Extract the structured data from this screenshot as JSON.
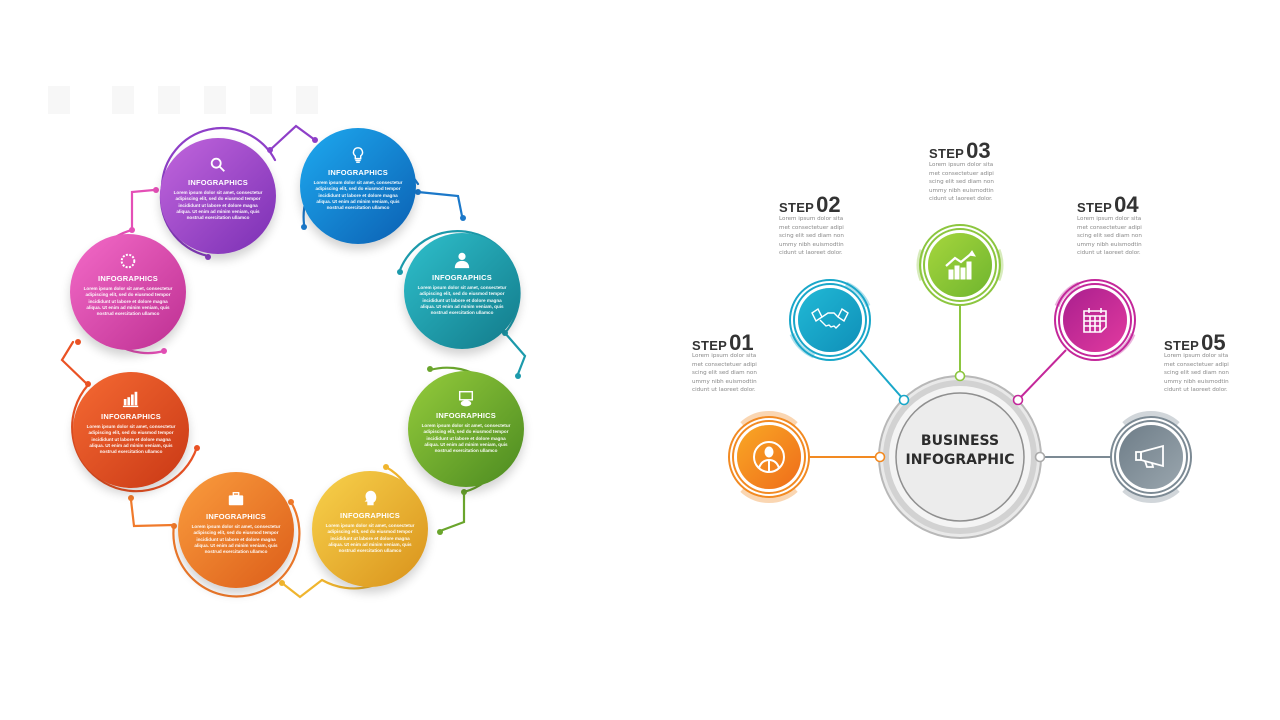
{
  "left_infographic": {
    "nodes": [
      {
        "id": "purple",
        "title": "INFOGRAPHICS",
        "icon": "search-icon",
        "color_from": "#b85ad6",
        "color_to": "#7b2fb5",
        "line": "#8e3fc8",
        "body": "Lorem ipsum dolor sit amet, consectetur adipiscing elit, sed do eiusmod tempor incididunt ut labore et dolore magna aliqua. Ut enim ad minim veniam, quis nostrud exercitation ullamco"
      },
      {
        "id": "blue",
        "title": "INFOGRAPHICS",
        "icon": "lightbulb-icon",
        "color_from": "#1aa3e8",
        "color_to": "#0a64b8",
        "line": "#1b78c9",
        "body": "Lorem ipsum dolor sit amet, consectetur adipiscing elit, sed do eiusmod tempor incididunt ut labore et dolore magna aliqua. Ut enim ad minim veniam, quis nostrud exercitation ullamco"
      },
      {
        "id": "teal",
        "title": "INFOGRAPHICS",
        "icon": "user-icon",
        "color_from": "#2bb7c4",
        "color_to": "#137e8e",
        "line": "#1c9aab",
        "body": "Lorem ipsum dolor sit amet, consectetur adipiscing elit, sed do eiusmod tempor incididunt ut labore et dolore magna aliqua. Ut enim ad minim veniam, quis nostrud exercitation ullamco"
      },
      {
        "id": "green",
        "title": "INFOGRAPHICS",
        "icon": "computer-icon",
        "color_from": "#8cc43a",
        "color_to": "#4f8f22",
        "line": "#6aa52c",
        "body": "Lorem ipsum dolor sit amet, consectetur adipiscing elit, sed do eiusmod tempor incididunt ut labore et dolore magna aliqua. Ut enim ad minim veniam, quis nostrud exercitation ullamco"
      },
      {
        "id": "yellow",
        "title": "INFOGRAPHICS",
        "icon": "head-icon",
        "color_from": "#f6cb45",
        "color_to": "#dd9a1d",
        "line": "#f0b52e",
        "body": "Lorem ipsum dolor sit amet, consectetur adipiscing elit, sed do eiusmod tempor incididunt ut labore et dolore magna aliqua. Ut enim ad minim veniam, quis nostrud exercitation ullamco"
      },
      {
        "id": "orange",
        "title": "INFOGRAPHICS",
        "icon": "briefcase-icon",
        "color_from": "#f8953a",
        "color_to": "#e0621c",
        "line": "#f07a2b",
        "body": "Lorem ipsum dolor sit amet, consectetur adipiscing elit, sed do eiusmod tempor incididunt ut labore et dolore magna aliqua. Ut enim ad minim veniam, quis nostrud exercitation ullamco"
      },
      {
        "id": "red",
        "title": "INFOGRAPHICS",
        "icon": "bar-chart-icon",
        "color_from": "#f2622f",
        "color_to": "#cf3b16",
        "line": "#ea5224",
        "body": "Lorem ipsum dolor sit amet, consectetur adipiscing elit, sed do eiusmod tempor incididunt ut labore et dolore magna aliqua. Ut enim ad minim veniam, quis nostrud exercitation ullamco"
      },
      {
        "id": "pink",
        "title": "INFOGRAPHICS",
        "icon": "gear-icon",
        "color_from": "#f064c4",
        "color_to": "#c23296",
        "line": "#e44fb6",
        "body": "Lorem ipsum dolor sit amet, consectetur adipiscing elit, sed do eiusmod tempor incididunt ut labore et dolore magna aliqua. Ut enim ad minim veniam, quis nostrud exercitation ullamco"
      }
    ]
  },
  "right_infographic": {
    "center": {
      "line1": "BUSINESS",
      "line2": "INFOGRAPHIC",
      "ring_color": "#c8c8c8"
    },
    "steps": [
      {
        "prefix": "STEP",
        "number": "01",
        "icon": "businessman-icon",
        "color": "#f28a22",
        "color_from": "#f9a825",
        "color_to": "#ef6c1a",
        "text": "Lorem ipsum dolor sita met consectetuer adipi scing elit sed diam non ummy nibh euismodtin cidunt ut laoreet dolor."
      },
      {
        "prefix": "STEP",
        "number": "02",
        "icon": "handshake-icon",
        "color": "#19a7c9",
        "color_from": "#21b9d6",
        "color_to": "#0f8fb8",
        "text": "Lorem ipsum dolor sita met consectetuer adipi scing elit sed diam non ummy nibh euismodtin cidunt ut laoreet dolor."
      },
      {
        "prefix": "STEP",
        "number": "03",
        "icon": "growth-chart-icon",
        "color": "#8cc63f",
        "color_from": "#a6d63d",
        "color_to": "#6fb52e",
        "text": "Lorem ipsum dolor sita met consectetuer adipi scing elit sed diam non ummy nibh euismodtin cidunt ut laoreet dolor."
      },
      {
        "prefix": "STEP",
        "number": "04",
        "icon": "calendar-icon",
        "color": "#c4279a",
        "color_from": "#a91f8e",
        "color_to": "#e23a9f",
        "text": "Lorem ipsum dolor sita met consectetuer adipi scing elit sed diam non ummy nibh euismodtin cidunt ut laoreet dolor."
      },
      {
        "prefix": "STEP",
        "number": "05",
        "icon": "megaphone-icon",
        "color": "#7c8a94",
        "color_from": "#6e7d88",
        "color_to": "#9aa6ae",
        "text": "Lorem ipsum dolor sita met consectetuer adipi scing elit sed diam non ummy nibh euismodtin cidunt ut laoreet dolor."
      }
    ]
  }
}
